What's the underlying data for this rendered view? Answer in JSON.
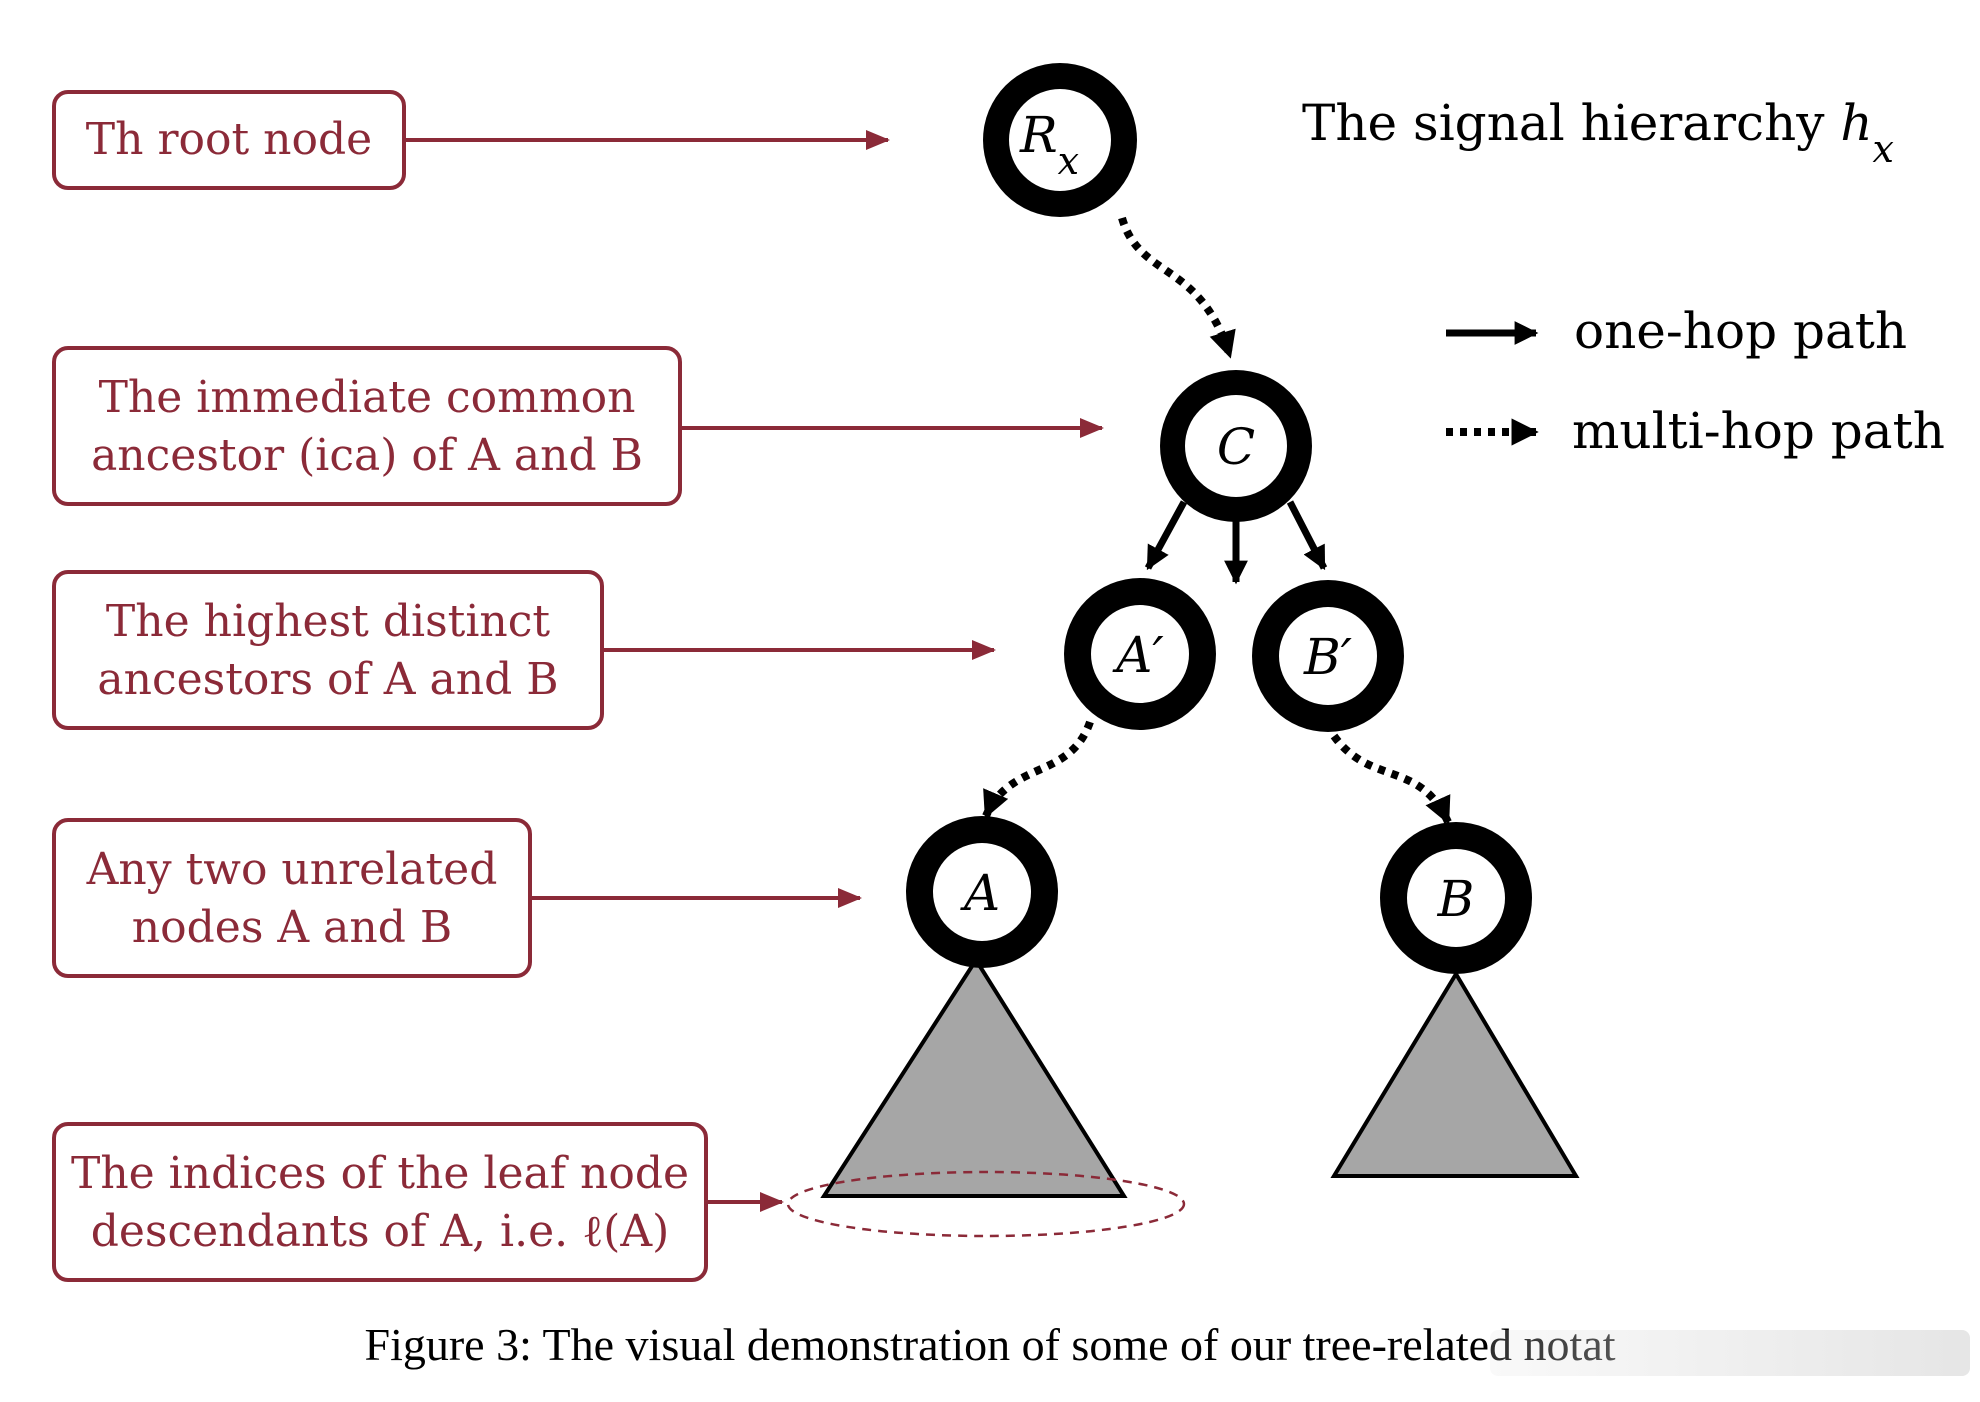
{
  "annotations": {
    "root": [
      "Th root node"
    ],
    "ica": [
      "The immediate common",
      "ancestor (ica) of A and B"
    ],
    "hda": [
      "The highest distinct",
      "ancestors of A and B"
    ],
    "unrelated": [
      "Any two unrelated",
      "nodes A and B"
    ],
    "leaf": [
      "The indices of the leaf node",
      "descendants of A, i.e. ℓ(A)"
    ]
  },
  "nodes": {
    "root": "R_x",
    "c": "C",
    "a_prime": "A′",
    "b_prime": "B′",
    "a": "A",
    "b": "B"
  },
  "title": "The signal hierarchy h_x",
  "legend": {
    "one_hop": "one-hop path",
    "multi_hop": "multi-hop path"
  },
  "caption": "Figure 3: The visual demonstration of some of our tree-related notat",
  "colors": {
    "annotation": "#8b2a38",
    "node": "#000000",
    "subtree": "#a6a6a6"
  }
}
